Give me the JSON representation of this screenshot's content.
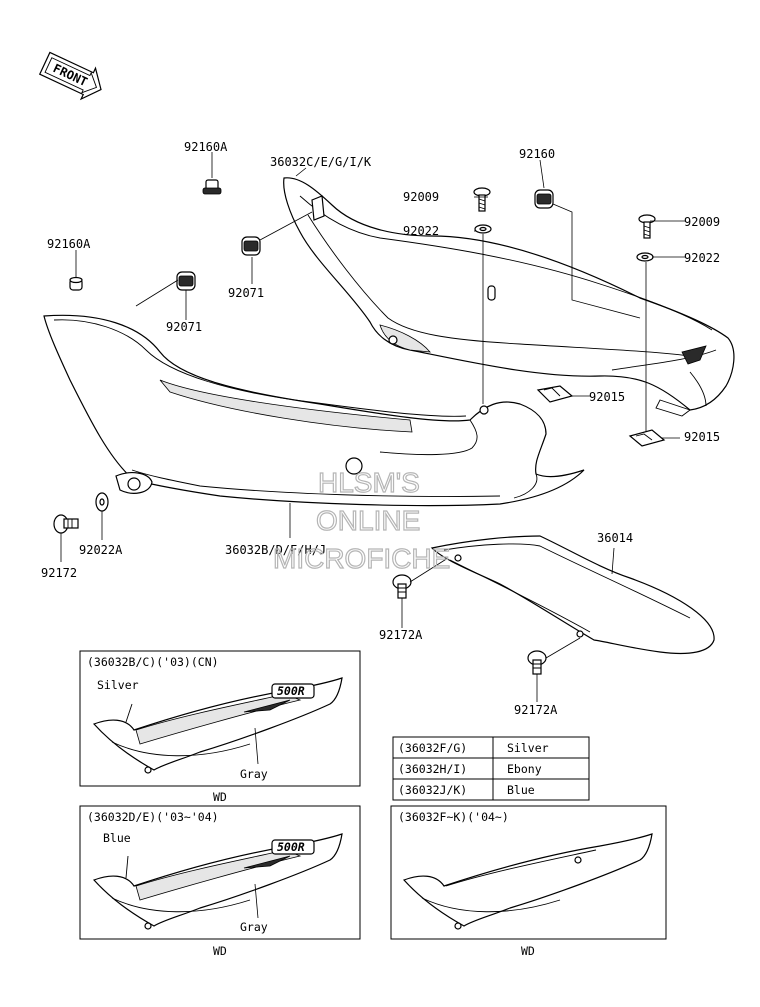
{
  "front_badge": "FRONT",
  "watermark": [
    "HLSM'S",
    "ONLINE",
    "MICROFICHE"
  ],
  "parts": {
    "p92160A_top": "92160A",
    "p36032C": "36032C/E/G/I/K",
    "p92160": "92160",
    "p92009_a": "92009",
    "p92022_a": "92022",
    "p92009_b": "92009",
    "p92022_b": "92022",
    "p92160A_left": "92160A",
    "p92071_a": "92071",
    "p92071_b": "92071",
    "p92015_a": "92015",
    "p92015_b": "92015",
    "p92172": "92172",
    "p92022A": "92022A",
    "p36032B": "36032B/D/F/H/J",
    "p36014": "36014",
    "p92172A_a": "92172A",
    "p92172A_b": "92172A"
  },
  "inset1": {
    "title": "(36032B/C)('03)(CN)",
    "label_top": "Silver",
    "label_bottom": "Gray",
    "decal": "500R",
    "footer": "WD"
  },
  "inset2": {
    "title": "(36032D/E)('03~'04)",
    "label_top": "Blue",
    "label_bottom": "Gray",
    "decal": "500R",
    "footer": "WD"
  },
  "inset3": {
    "title": "(36032F~K)('04~)",
    "footer": "WD"
  },
  "color_table": [
    {
      "code": "(36032F/G)",
      "color": "Silver"
    },
    {
      "code": "(36032H/I)",
      "color": "Ebony"
    },
    {
      "code": "(36032J/K)",
      "color": "Blue"
    }
  ]
}
